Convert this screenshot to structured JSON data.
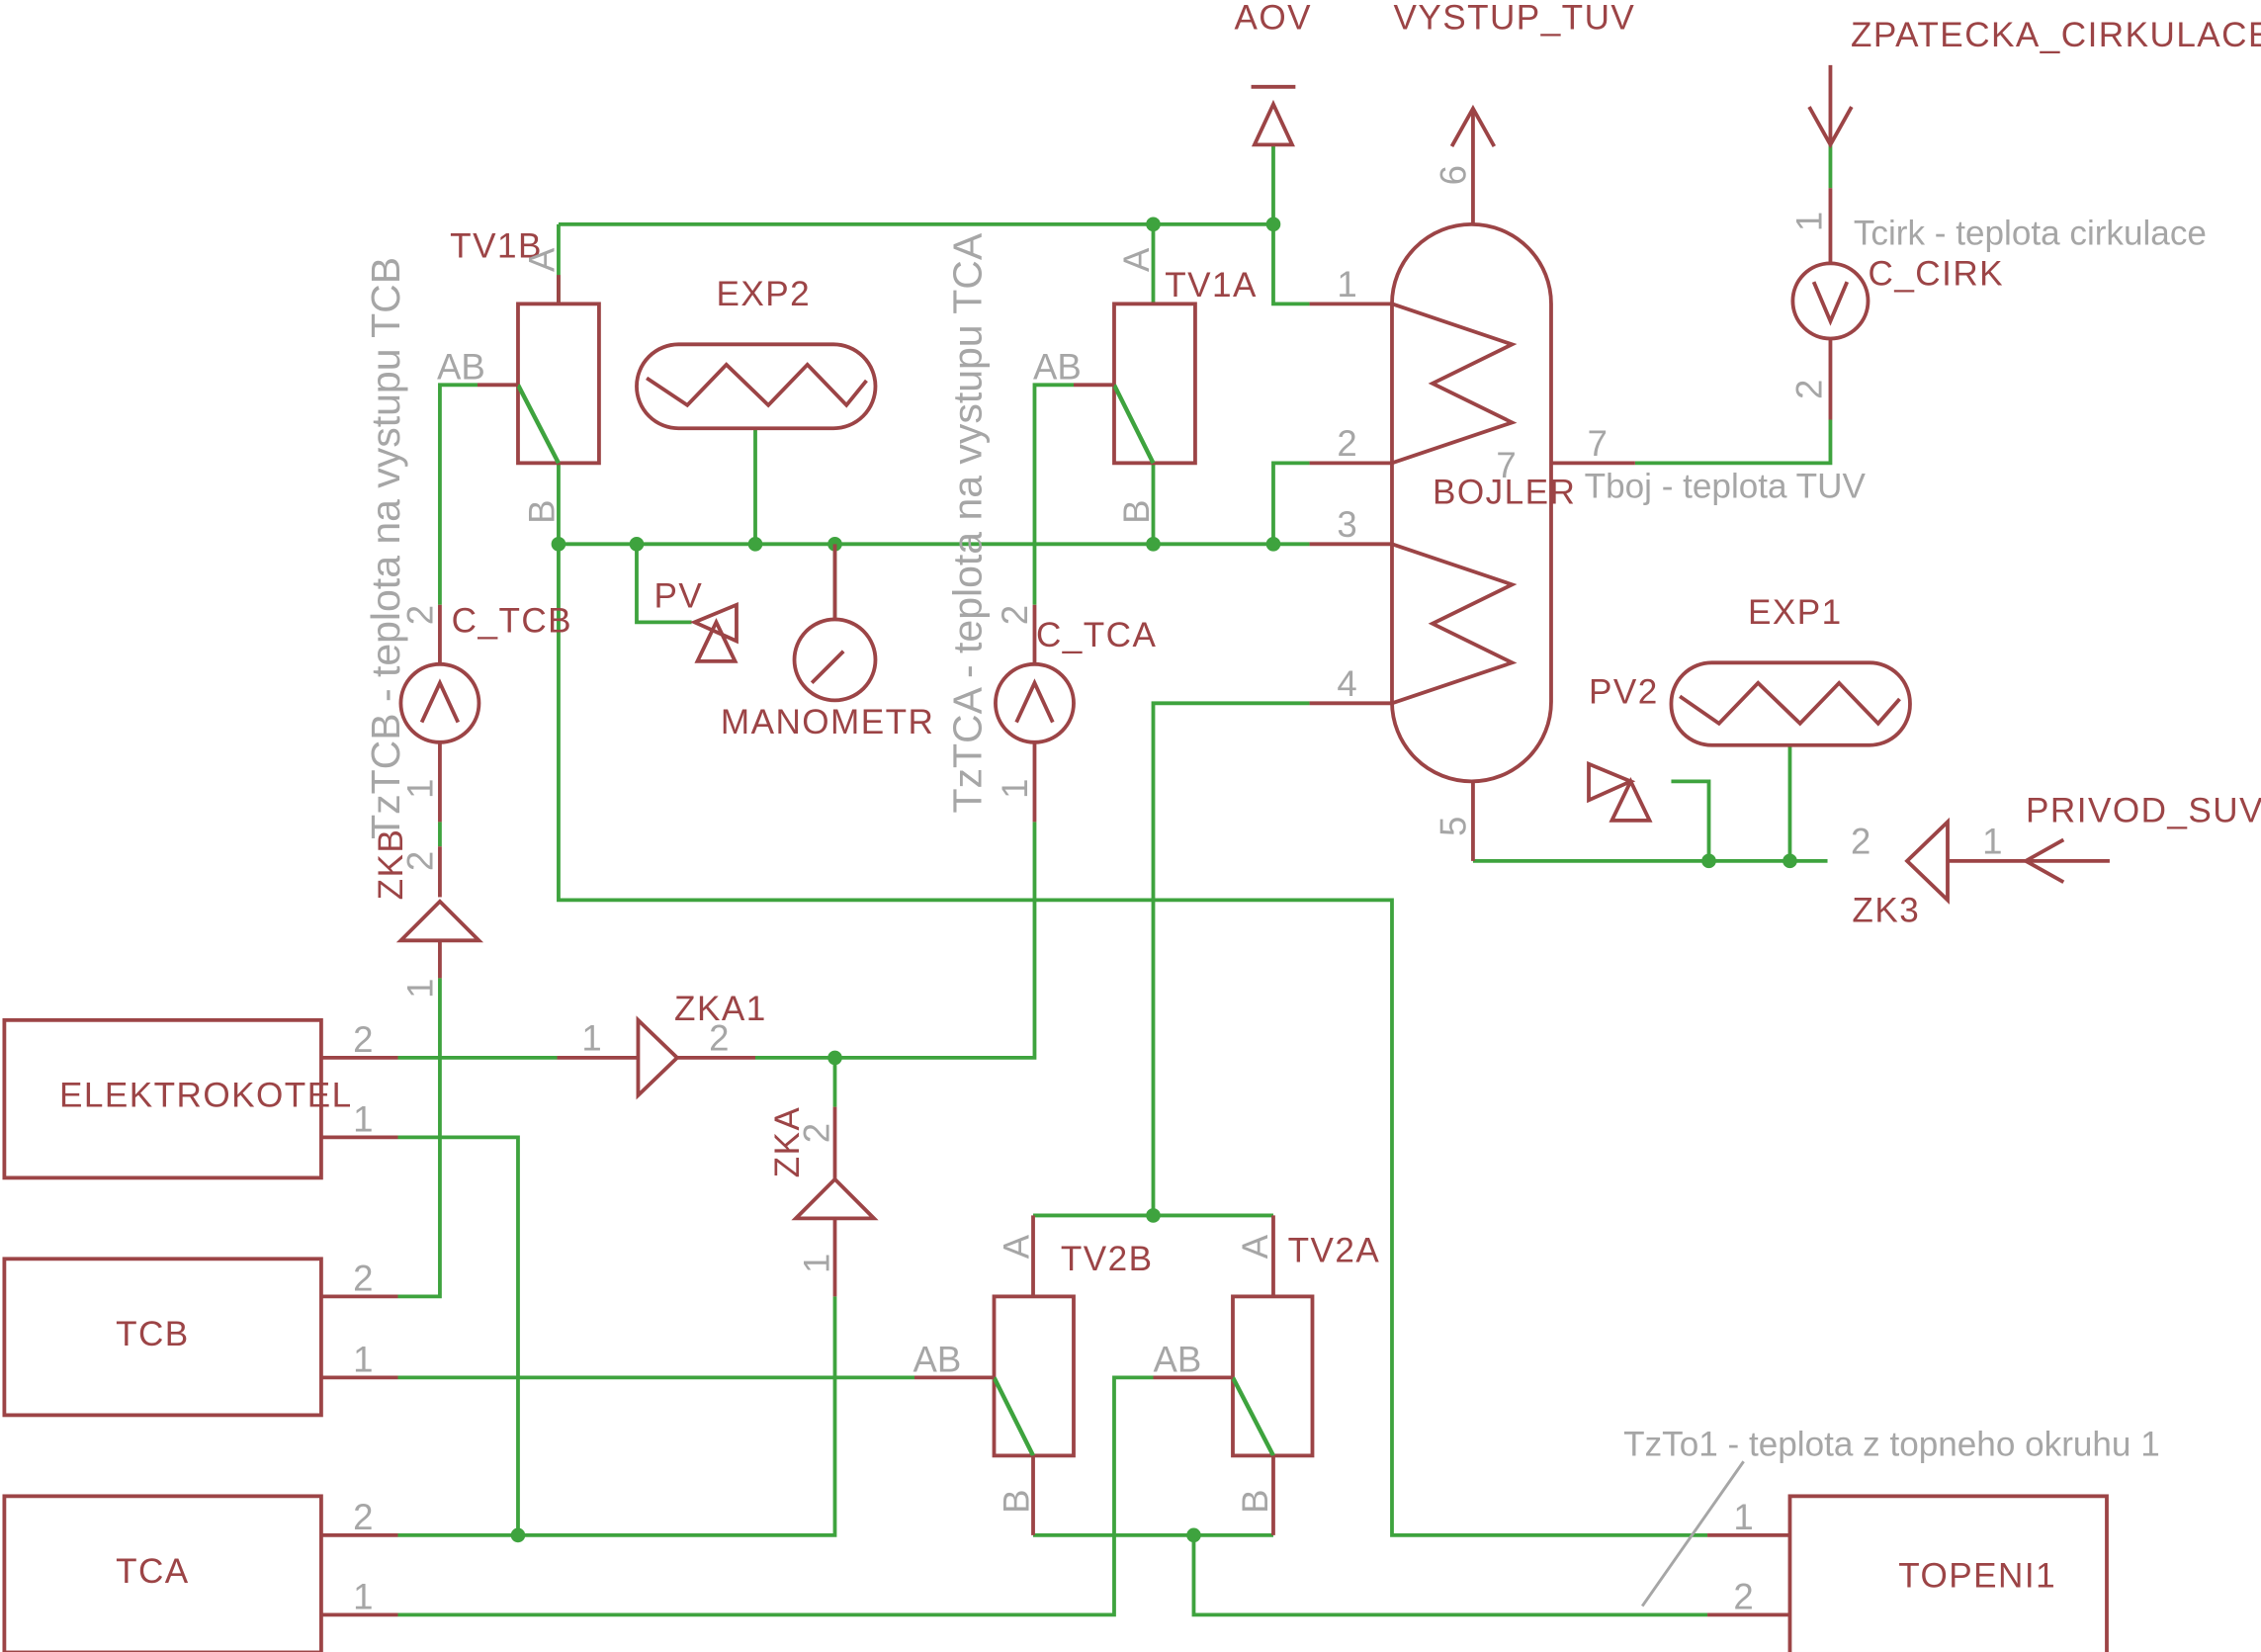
{
  "components": {
    "aov": "AOV",
    "vystup_tuv": "VYSTUP_TUV",
    "zpatecka_cirkulace": "ZPATECKA_CIRKULACE",
    "tv1b": "TV1B",
    "tv1a": "TV1A",
    "exp2": "EXP2",
    "exp1": "EXP1",
    "bojler": "BOJLER",
    "c_cirk": "C_CIRK",
    "c_tcb": "C_TCB",
    "c_tca": "C_TCA",
    "pv": "PV",
    "pv2": "PV2",
    "manometr": "MANOMETR",
    "zkb": "ZKB",
    "zka1": "ZKA1",
    "zka": "ZKA",
    "zk3": "ZK3",
    "privod_suv": "PRIVOD_SUV",
    "elektrokotel": "ELEKTROKOTEL",
    "tcb": "TCB",
    "tca": "TCA",
    "tv2b": "TV2B",
    "tv2a": "TV2A",
    "topeni1": "TOPENI1"
  },
  "annotations": {
    "tcirk": "Tcirk - teplota cirkulace",
    "tboj": "Tboj - teplota TUV",
    "tztcb": "TzTCB - teplota na vystupu TCB",
    "tztca": "TzTCA - teplota na vystupu TCA",
    "tzto1": "TzTo1 - teplota z topneho okruhu 1"
  },
  "pins": {
    "a": "A",
    "b": "B",
    "ab": "AB",
    "p1": "1",
    "p2": "2",
    "p3": "3",
    "p4": "4",
    "p5": "5",
    "p6": "6",
    "p7": "7"
  },
  "colors": {
    "symbol": "#9c4446",
    "wire": "#3ea33e",
    "pin_text": "#a6a6a6"
  }
}
